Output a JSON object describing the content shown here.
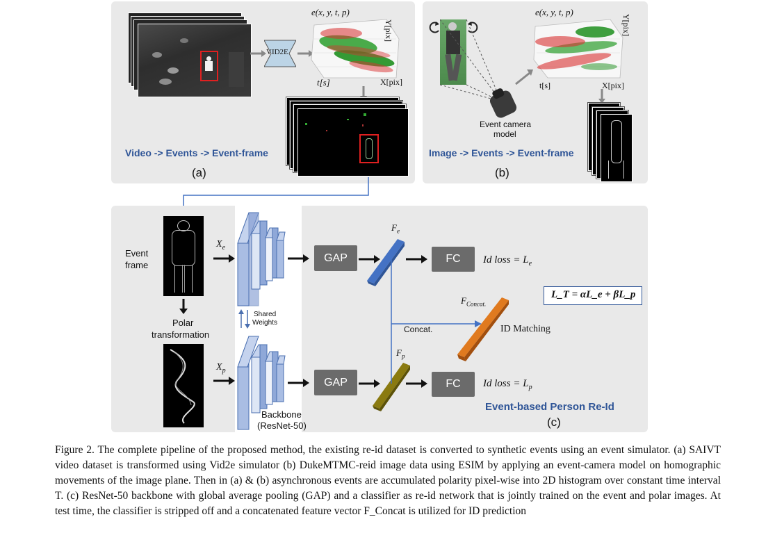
{
  "panel_a": {
    "vid2e_label": "VID2E",
    "plot_func": "e(x, y, t, p)",
    "plot_y": "Y[pix]",
    "plot_t": "t[s]",
    "plot_x": "X[pix]",
    "title": "Video -> Events -> Event-frame",
    "letter": "(a)"
  },
  "panel_b": {
    "plot_func": "e(x, y, t, p)",
    "plot_y": "Y[pix]",
    "plot_t": "t[s]",
    "plot_x": "X[pix]",
    "camera_label_1": "Event camera",
    "camera_label_2": "model",
    "title": "Image -> Events -> Event-frame",
    "letter": "(b)"
  },
  "panel_c": {
    "event_frame_1": "Event",
    "event_frame_2": "frame",
    "polar_1": "Polar",
    "polar_2": "transformation",
    "xe": "X",
    "xe_sub": "e",
    "xp": "X",
    "xp_sub": "p",
    "shared_1": "Shared",
    "shared_2": "Weights",
    "backbone_1": "Backbone",
    "backbone_2": "(ResNet-50)",
    "gap": "GAP",
    "fc": "FC",
    "fe": "F",
    "fe_sub": "e",
    "fp": "F",
    "fp_sub": "p",
    "fconcat": "F",
    "fconcat_sub": "Concat.",
    "concat": "Concat.",
    "id_matching": "ID Matching",
    "id_loss_e": "Id loss = L",
    "id_loss_e_sub": "e",
    "id_loss_p": "Id loss = L",
    "id_loss_p_sub": "p",
    "total_loss": "L_T = αL_e + βL_p",
    "title": "Event-based Person Re-Id",
    "letter": "(c)"
  },
  "caption": "Figure 2. The complete pipeline of the proposed method, the existing re-id dataset is converted to synthetic events using an event simulator. (a) SAIVT video dataset is transformed using Vid2e simulator (b) DukeMTMC-reid image data using ESIM by applying an event-camera model on homographic movements of the image plane. Then in (a) & (b) asynchronous events are accumulated polarity pixel-wise into 2D histogram over constant time interval T. (c) ResNet-50 backbone with global average pooling (GAP) and a classifier as re-id network that is jointly trained on the event and polar images. At test time, the classifier is stripped off and a concatenated feature vector F_Concat is utilized for ID prediction"
}
